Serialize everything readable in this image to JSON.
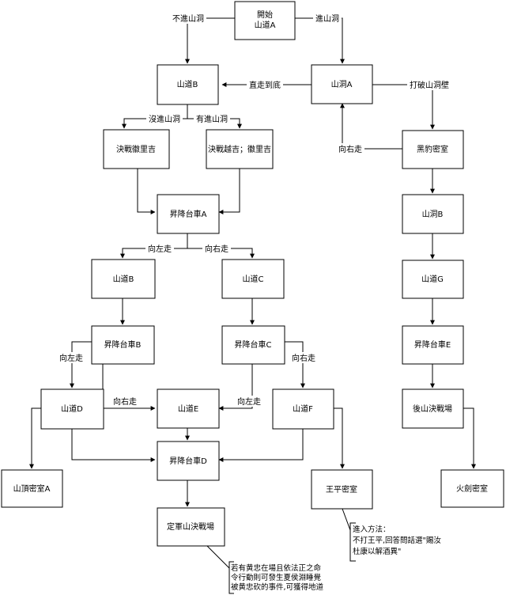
{
  "nodes": {
    "start": [
      "開始",
      "山道A"
    ],
    "cave_a": "山洞A",
    "road_b_top": "山道B",
    "duel_hui": "決戰徽里吉",
    "duel_yue": "決戰越吉；徽里吉",
    "lift_a": "昇降台車A",
    "leopard": "黑豹密室",
    "cave_b": "山洞B",
    "road_b": "山道B",
    "road_c": "山道C",
    "road_g": "山道G",
    "lift_b": "昇降台車B",
    "lift_c": "昇降台車C",
    "lift_e": "昇降台車E",
    "road_d": "山道D",
    "road_e": "山道E",
    "road_f": "山道F",
    "back_arena": "後山決戰場",
    "lift_d": "昇降台車D",
    "summit": "山頂密室A",
    "wangping": "王平密室",
    "fire_sword": "火劍密室",
    "final_arena": "定軍山決戰場"
  },
  "edge_labels": {
    "no_cave": "不進山洞",
    "enter_cave": "進山洞",
    "straight": "直走到底",
    "break_wall": "打破山洞壁",
    "not_enter": "沒進山洞",
    "had_enter": "有進山洞",
    "turn_right_back": "向右走",
    "left_a": "向左走",
    "right_a": "向右走",
    "left_b": "向左走",
    "right_b": "向右走",
    "right_c": "向右走",
    "left_c": "向左走"
  },
  "notes": {
    "wangping": [
      "進入方法：",
      "不打王平,回答問話選\"賜汝",
      "杜康以解酒異\""
    ],
    "final": [
      "若有黄忠在場且依法正之命",
      "令行動則可發生夏侯淵睡覺",
      "被黄忠砍的事件,可獲得地道"
    ]
  }
}
